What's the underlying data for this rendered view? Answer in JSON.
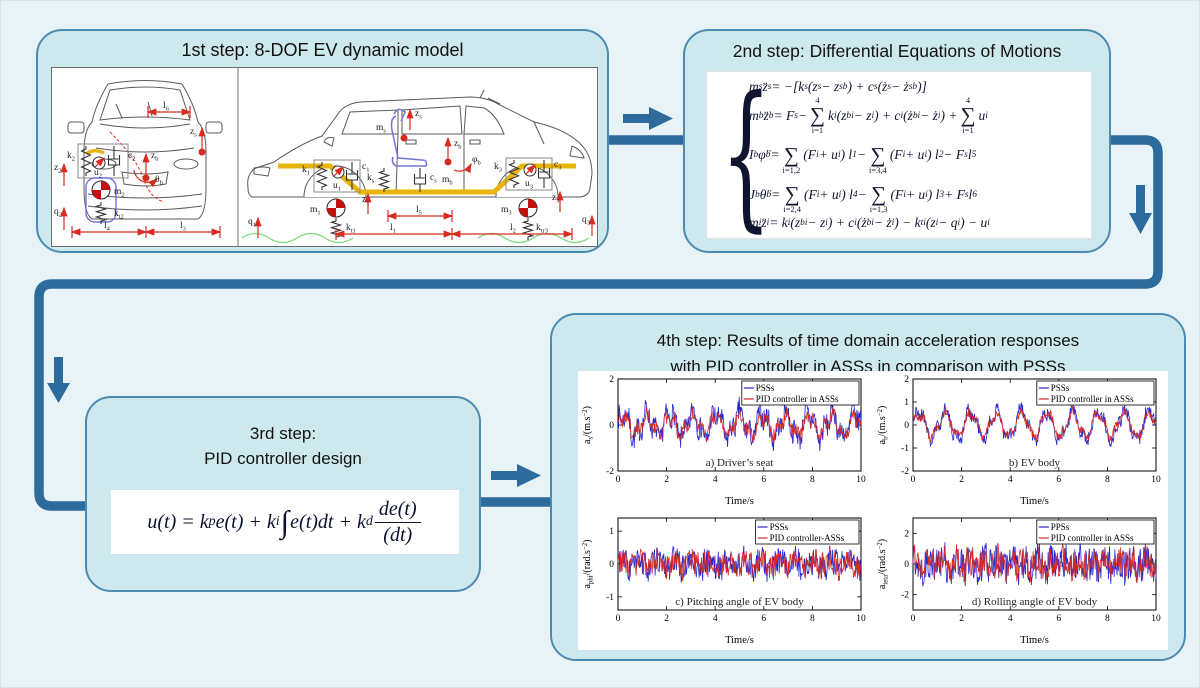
{
  "palette": {
    "page_bg": "#e8f3f8",
    "box_fill": "#cde9ed",
    "box_border": "#4e8bb1",
    "flow_blue": "#2e6b9d",
    "panel_bg": "#ffffff",
    "equation_ink": "#10142e",
    "label_ink": "#1c1c1c",
    "annotation_red": "#d92b20",
    "stripe_yellow": "#e7b40a",
    "seat_blue": "#7272d8",
    "road_green": "#7bd87b",
    "pss_line_blue": "#2727cc",
    "pid_line_red": "#d42a2a"
  },
  "step1": {
    "title": "1st step: 8-DOF EV dynamic model",
    "front_labels": [
      "l_6_",
      "z_s_",
      "k_2_",
      "u_2_",
      "c_2_",
      "z_2_",
      "m_2_",
      "k_t2_",
      "q_2_",
      "z_b_",
      "θ_b_",
      "l_4_",
      "l_3_"
    ],
    "side_labels": [
      "m_s_",
      "z_s_",
      "k_s_",
      "c_s_",
      "m_b_",
      "z_b_",
      "φ_b_",
      "k_1_",
      "u_1_",
      "c_1_",
      "m_1_",
      "z_1_",
      "k_t1_",
      "q_1_",
      "k_3_",
      "u_3_",
      "c_3_",
      "m_3_",
      "z_3_",
      "k_tr3_",
      "q_3_",
      "l_5_",
      "l_1_",
      "l_2_"
    ]
  },
  "step2": {
    "title": "2nd step: Differential Equations of Motions",
    "equations": [
      "m_s_z̈_s_ = −[k_s_(z_s_ − z_sb_) + c_s_(ż_s_ − ż_sb_)]",
      "m_b_z̈_b_ = F_s_ − {Σ|i=1|4}k_i_(z_bi_ − z_i_) + c_i_(ż_bi_ − ż_i_) + {Σ|i=1|4}u_i_",
      "I_b_φ̈_b_ = {Σ|i=1,2|}(F_i_ + u_i_) l_1_ − {Σ|i=3,4|}(F_i_ + u_i_) l_2_ − F_s_l_5_",
      "J_b_θ̈_b_ = {Σ|i=2,4|}(F_i_ + u_i_) l_4_ − {Σ|i=1,3|}(F_i_ + u_i_) l_3_ + F_s_l_6_",
      "m_i_z̈_i_ = k_i_(z_bi_ − z_i_) + c_i_(ż_bi_ − ż_i_) − k_ti_(z_i_ − q_i_) − u_i_"
    ]
  },
  "step3": {
    "title_line1": "3rd step:",
    "title_line2": "PID controller design",
    "equation": "u(t) = k_p_e(t) + k_i_{∫}e(t)dt + k_d_ {FRAC|de(t)|(dt)}"
  },
  "step4": {
    "title_line1": "4th step: Results of time domain acceleration responses",
    "title_line2": "with PID controller in ASSs in comparison with PSSs"
  },
  "chart_data": [
    {
      "id": "a",
      "type": "line",
      "caption": "a) Driver’s seat",
      "ylabel": "a_s_/(m.s^−2^)",
      "xlabel": "Time/s",
      "xlim": [
        0,
        10
      ],
      "ylim": [
        -2,
        2
      ],
      "xticks": [
        0,
        2,
        4,
        6,
        8,
        10
      ],
      "yticks": [
        -2,
        0,
        2
      ],
      "legend": [
        {
          "label": "PSSs",
          "color": "#2727cc"
        },
        {
          "label": "PID controller in ASSs",
          "color": "#d42a2a"
        }
      ],
      "gen": {
        "seed": 7,
        "f1": 1.05,
        "a1": 0.5,
        "f2": 2.6,
        "a2": 0.28,
        "p2": 1.3,
        "noise_blue": 0.5,
        "noise_red": 0.3,
        "red_scale": 0.72,
        "points": 420
      }
    },
    {
      "id": "b",
      "type": "line",
      "caption": "b) EV body",
      "ylabel": "a_b_/(m.s^−2^)",
      "xlabel": "Time/s",
      "xlim": [
        0,
        10
      ],
      "ylim": [
        -2,
        2
      ],
      "xticks": [
        0,
        2,
        4,
        6,
        8,
        10
      ],
      "yticks": [
        -2,
        -1,
        0,
        1,
        2
      ],
      "legend": [
        {
          "label": "PSSs",
          "color": "#2727cc"
        },
        {
          "label": "PID controller in ASSs",
          "color": "#d42a2a"
        }
      ],
      "gen": {
        "seed": 21,
        "f1": 0.95,
        "a1": 0.6,
        "f2": 2.3,
        "a2": 0.18,
        "p2": 0.7,
        "noise_blue": 0.32,
        "noise_red": 0.2,
        "red_scale": 0.8,
        "points": 420
      }
    },
    {
      "id": "c",
      "type": "line",
      "caption": "c) Pitching angle of EV body",
      "ylabel": "a_phi_/(rad.s^−2^)",
      "xlabel": "Time/s",
      "xlim": [
        0,
        10
      ],
      "ylim": [
        -1.4,
        1.4
      ],
      "xticks": [
        0,
        2,
        4,
        6,
        8,
        10
      ],
      "yticks": [
        -1,
        0,
        1
      ],
      "legend": [
        {
          "label": "PSSs",
          "color": "#2727cc"
        },
        {
          "label": "PID controller-ASSs",
          "color": "#d42a2a"
        }
      ],
      "gen": {
        "seed": 33,
        "f1": 1.4,
        "a1": 0.12,
        "f2": 3.7,
        "a2": 0.08,
        "p2": 0.2,
        "noise_blue": 0.42,
        "noise_red": 0.38,
        "red_scale": 0.95,
        "points": 420
      }
    },
    {
      "id": "d",
      "type": "line",
      "caption": "d) Rolling angle of EV body",
      "ylabel": "a_teta_/(rad.s^−2^)",
      "xlabel": "Time/s",
      "xlim": [
        0,
        10
      ],
      "ylim": [
        -3,
        3
      ],
      "xticks": [
        0,
        2,
        4,
        6,
        8,
        10
      ],
      "yticks": [
        -2,
        0,
        2
      ],
      "legend": [
        {
          "label": "PPSs",
          "color": "#2727cc"
        },
        {
          "label": "PID controller in ASSs",
          "color": "#d42a2a"
        }
      ],
      "gen": {
        "seed": 55,
        "f1": 1.8,
        "a1": 0.3,
        "f2": 4.1,
        "a2": 0.2,
        "p2": 0.4,
        "noise_blue": 1.15,
        "noise_red": 0.95,
        "red_scale": 0.95,
        "points": 420
      }
    }
  ]
}
